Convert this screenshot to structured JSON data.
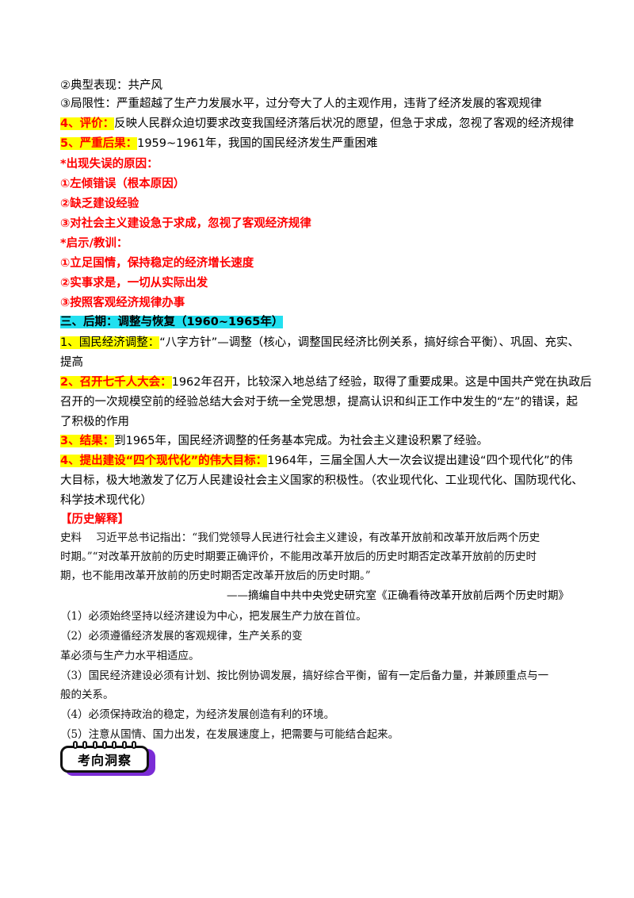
{
  "lines": [
    {
      "id": "l1",
      "text": "②典型表现：共产风"
    },
    {
      "id": "l2",
      "text": "③局限性：严重超越了生产力发展水平，过分夸大了人的主观作用，违背了经济发展的客观规律"
    },
    {
      "id": "l3_label",
      "text": "4、评价："
    },
    {
      "id": "l3_text",
      "text": "反映人民群众迫切要求改变我国经济落后状况的愿望，但急于求成，忽视了客观的经济规律"
    },
    {
      "id": "l4_label",
      "text": "5、严重后果："
    },
    {
      "id": "l4_text",
      "text": "1959~1961年，我国的国民经济发生严重困难"
    },
    {
      "id": "r1",
      "text": "*出现失误的原因："
    },
    {
      "id": "r2",
      "text": "①左倾错误（根本原因）"
    },
    {
      "id": "r3",
      "text": "②缺乏建设经验"
    },
    {
      "id": "r4",
      "text": "③对社会主义建设急于求成，忽视了客观经济规律"
    },
    {
      "id": "r5",
      "text": "*启示/教训："
    },
    {
      "id": "r6",
      "text": "①立足国情，保持稳定的经济增长速度"
    },
    {
      "id": "r7",
      "text": "②实事求是，一切从实际出发"
    },
    {
      "id": "r8",
      "text": "③按照客观经济规律办事"
    },
    {
      "id": "h3",
      "text": "三、后期：调整与恢复（1960~1965年）"
    },
    {
      "id": "p1_label",
      "text": "1、国民经济调整："
    },
    {
      "id": "p1_text",
      "text": "“八字方针”—调整（核心，调整国民经济比例关系，搞好综合平衡）、巩固、充实、"
    },
    {
      "id": "p1_cont",
      "text": "提高"
    },
    {
      "id": "p2_label",
      "text": "2、召开七千人大会："
    },
    {
      "id": "p2_text",
      "text": "1962年召开，比较深入地总结了经验，取得了重要成果。这是中国共产党在执政后"
    },
    {
      "id": "p2_cont1",
      "text": "召开的一次规模空前的经验总结大会对于统一全党思想，提高认识和纠正工作中发生的“左”的错误，起"
    },
    {
      "id": "p2_cont2",
      "text": "了积极的作用"
    },
    {
      "id": "p3_label",
      "text": "3、结果："
    },
    {
      "id": "p3_text",
      "text": "到1965年，国民经济调整的任务基本完成。为社会主义建设积累了经验。"
    },
    {
      "id": "p4_label",
      "text": "4、提出建设“四个现代化”的伟大目标："
    },
    {
      "id": "p4_text",
      "text": "1964年，三届全国人大一次会议提出建设“四个现代化”的伟"
    },
    {
      "id": "p4_cont1",
      "text": "大目标，极大地激发了亿万人民建设社会主义国家的积极性。（农业现代化、工业现代化、国防现代化、"
    },
    {
      "id": "p4_cont2",
      "text": "科学技术现代化）"
    },
    {
      "id": "hist",
      "text": "【历史解释】"
    },
    {
      "id": "q1",
      "text": "史料　 习近平总书记指出：“我们党领导人民进行社会主义建设，有改革开放前和改革开放后两个历史"
    },
    {
      "id": "q2",
      "text": "时期。”“对改革开放前的历史时期要正确评价，不能用改革开放后的历史时期否定改革开放前的历史时"
    },
    {
      "id": "q3",
      "text": "期，也不能用改革开放前的历史时期否定改革开放后的历史时期。”"
    },
    {
      "id": "src",
      "text": "——摘编自中共中央党史研究室《正确看待改革开放前后两个历史时期》"
    },
    {
      "id": "a1",
      "text": "（1）必须始终坚持以经济建设为中心，把发展生产力放在首位。"
    },
    {
      "id": "a2",
      "text": "（2）必须遵循经济发展的客观规律，生产关系的变"
    },
    {
      "id": "a2b",
      "text": "革必须与生产力水平相适应。"
    },
    {
      "id": "a3",
      "text": "（3）国民经济建设必须有计划、按比例协调发展，搞好综合平衡，留有一定后备力量，并兼顾重点与一"
    },
    {
      "id": "a3b",
      "text": "般的关系。"
    },
    {
      "id": "a4",
      "text": "（4）必须保持政治的稳定，为经济发展创造有利的环境。"
    },
    {
      "id": "a5",
      "text": "（5）注意从国情、国力出发，在发展速度上，把需要与可能结合起来。"
    }
  ],
  "badge": {
    "label": "考向洞察"
  },
  "colors": {
    "highlight": "#ffff00",
    "heading_highlight": "#22e0f0",
    "red": "#ff0000",
    "badge_shadow": "#7b2cd6"
  }
}
